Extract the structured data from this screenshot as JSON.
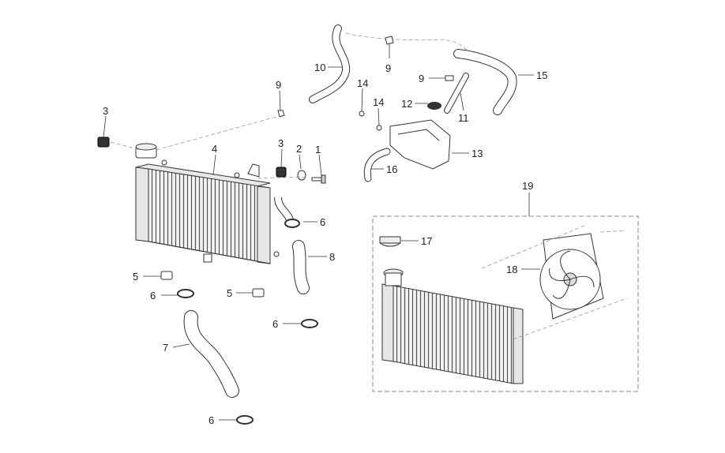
{
  "callouts": {
    "c1": "1",
    "c2": "2",
    "c3a": "3",
    "c3b": "3",
    "c4": "4",
    "c5a": "5",
    "c5b": "5",
    "c6a": "6",
    "c6b": "6",
    "c6c": "6",
    "c6d": "6",
    "c7": "7",
    "c8": "8",
    "c9a": "9",
    "c9b": "9",
    "c9c": "9",
    "c10": "10",
    "c11": "11",
    "c12": "12",
    "c13": "13",
    "c14a": "14",
    "c14b": "14",
    "c15": "15",
    "c16": "16",
    "c17": "17",
    "c18": "18",
    "c19": "19"
  }
}
